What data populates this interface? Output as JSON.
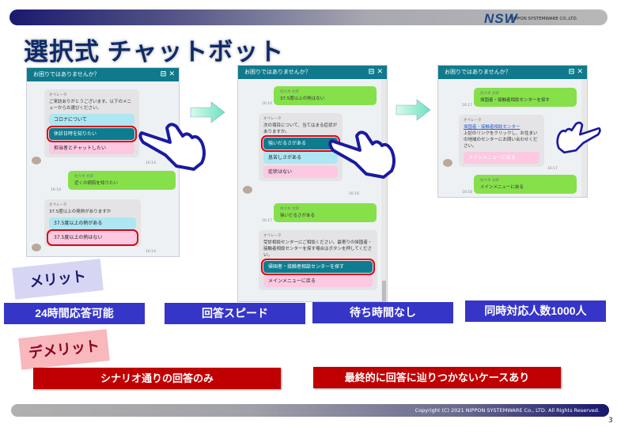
{
  "header": {
    "logo": "NSW",
    "company": "NIPPON SYSTEMWARE CO.,LTD.",
    "title": "選択式 チャットボット"
  },
  "panels": [
    {
      "title": "お困りではありませんか？",
      "close_icons": [
        "minimize-icon",
        "close-icon"
      ],
      "bot1": {
        "who": "オペレータ",
        "text": "ご来訪ありがとうございます。以下のメニューからお選びください。",
        "options": [
          "コロナについて",
          "休診日時を知りたい",
          "担当者とチャットしたい"
        ],
        "time": "16:14"
      },
      "user1": {
        "who": "佐々木 太郎",
        "text": "近くの病院を知りたい",
        "time": "16:14"
      },
      "bot2": {
        "who": "オペレータ",
        "text": "37.5度以上の発熱がありますか",
        "options": [
          "37.5度以上の熱がある",
          "37.5度以上の熱はない"
        ],
        "time": "16:14"
      }
    },
    {
      "title": "お困りではありませんか？",
      "user1": {
        "who": "佐々木 太郎",
        "text": "37.5度以上の熱はない",
        "time": "16:16"
      },
      "bot1": {
        "who": "オペレータ",
        "text": "次の項目について、当てはまる症状がありますか。",
        "options": [
          "強いだるさがある",
          "息苦しさがある",
          "症状はない"
        ],
        "time": "16:16"
      },
      "user2": {
        "who": "佐々木 太郎",
        "text": "強いだるさがある",
        "time": "16:17"
      },
      "bot2": {
        "who": "オペレータ",
        "text": "受診相談センターにご相談ください。最寄りの帰国者・接触者相談センターを探す場合はボタンを押してください。",
        "options": [
          "帰国者・接触者相談センターを探す",
          "メインメニューに戻る"
        ]
      }
    },
    {
      "title": "お困りではありませんか？",
      "user1": {
        "who": "佐々木 太郎",
        "text": "帰国者・接触者相談センターを探す",
        "time": "16:17"
      },
      "bot1": {
        "who": "オペレータ",
        "link": "帰国者・接触者相談センター",
        "text": "上記のリンクをクリックし、お住まいの地域のセンターにお問い合わせください。",
        "options": [
          "メインメニューに戻る"
        ],
        "time": "16:17"
      },
      "user2": {
        "who": "佐々木 太郎",
        "text": "メインメニューに戻る",
        "time": "16:18"
      }
    }
  ],
  "merits": {
    "label": "メリット",
    "items": [
      "24時間応答可能",
      "回答スピード",
      "待ち時間なし",
      "同時対応人数1000人"
    ]
  },
  "demerits": {
    "label": "デメリット",
    "items": [
      "シナリオ通りの回答のみ",
      "最終的に回答に辿りつかないケースあり"
    ]
  },
  "footer": {
    "copyright": "Copyright (C) 2021 NIPPON SYSTEMWARE Co., LTD. All Rights Reserved.",
    "page": "3"
  },
  "colors": {
    "header_teal": "#107a8c",
    "merit": "#3535c8",
    "demerit": "#c00000"
  }
}
